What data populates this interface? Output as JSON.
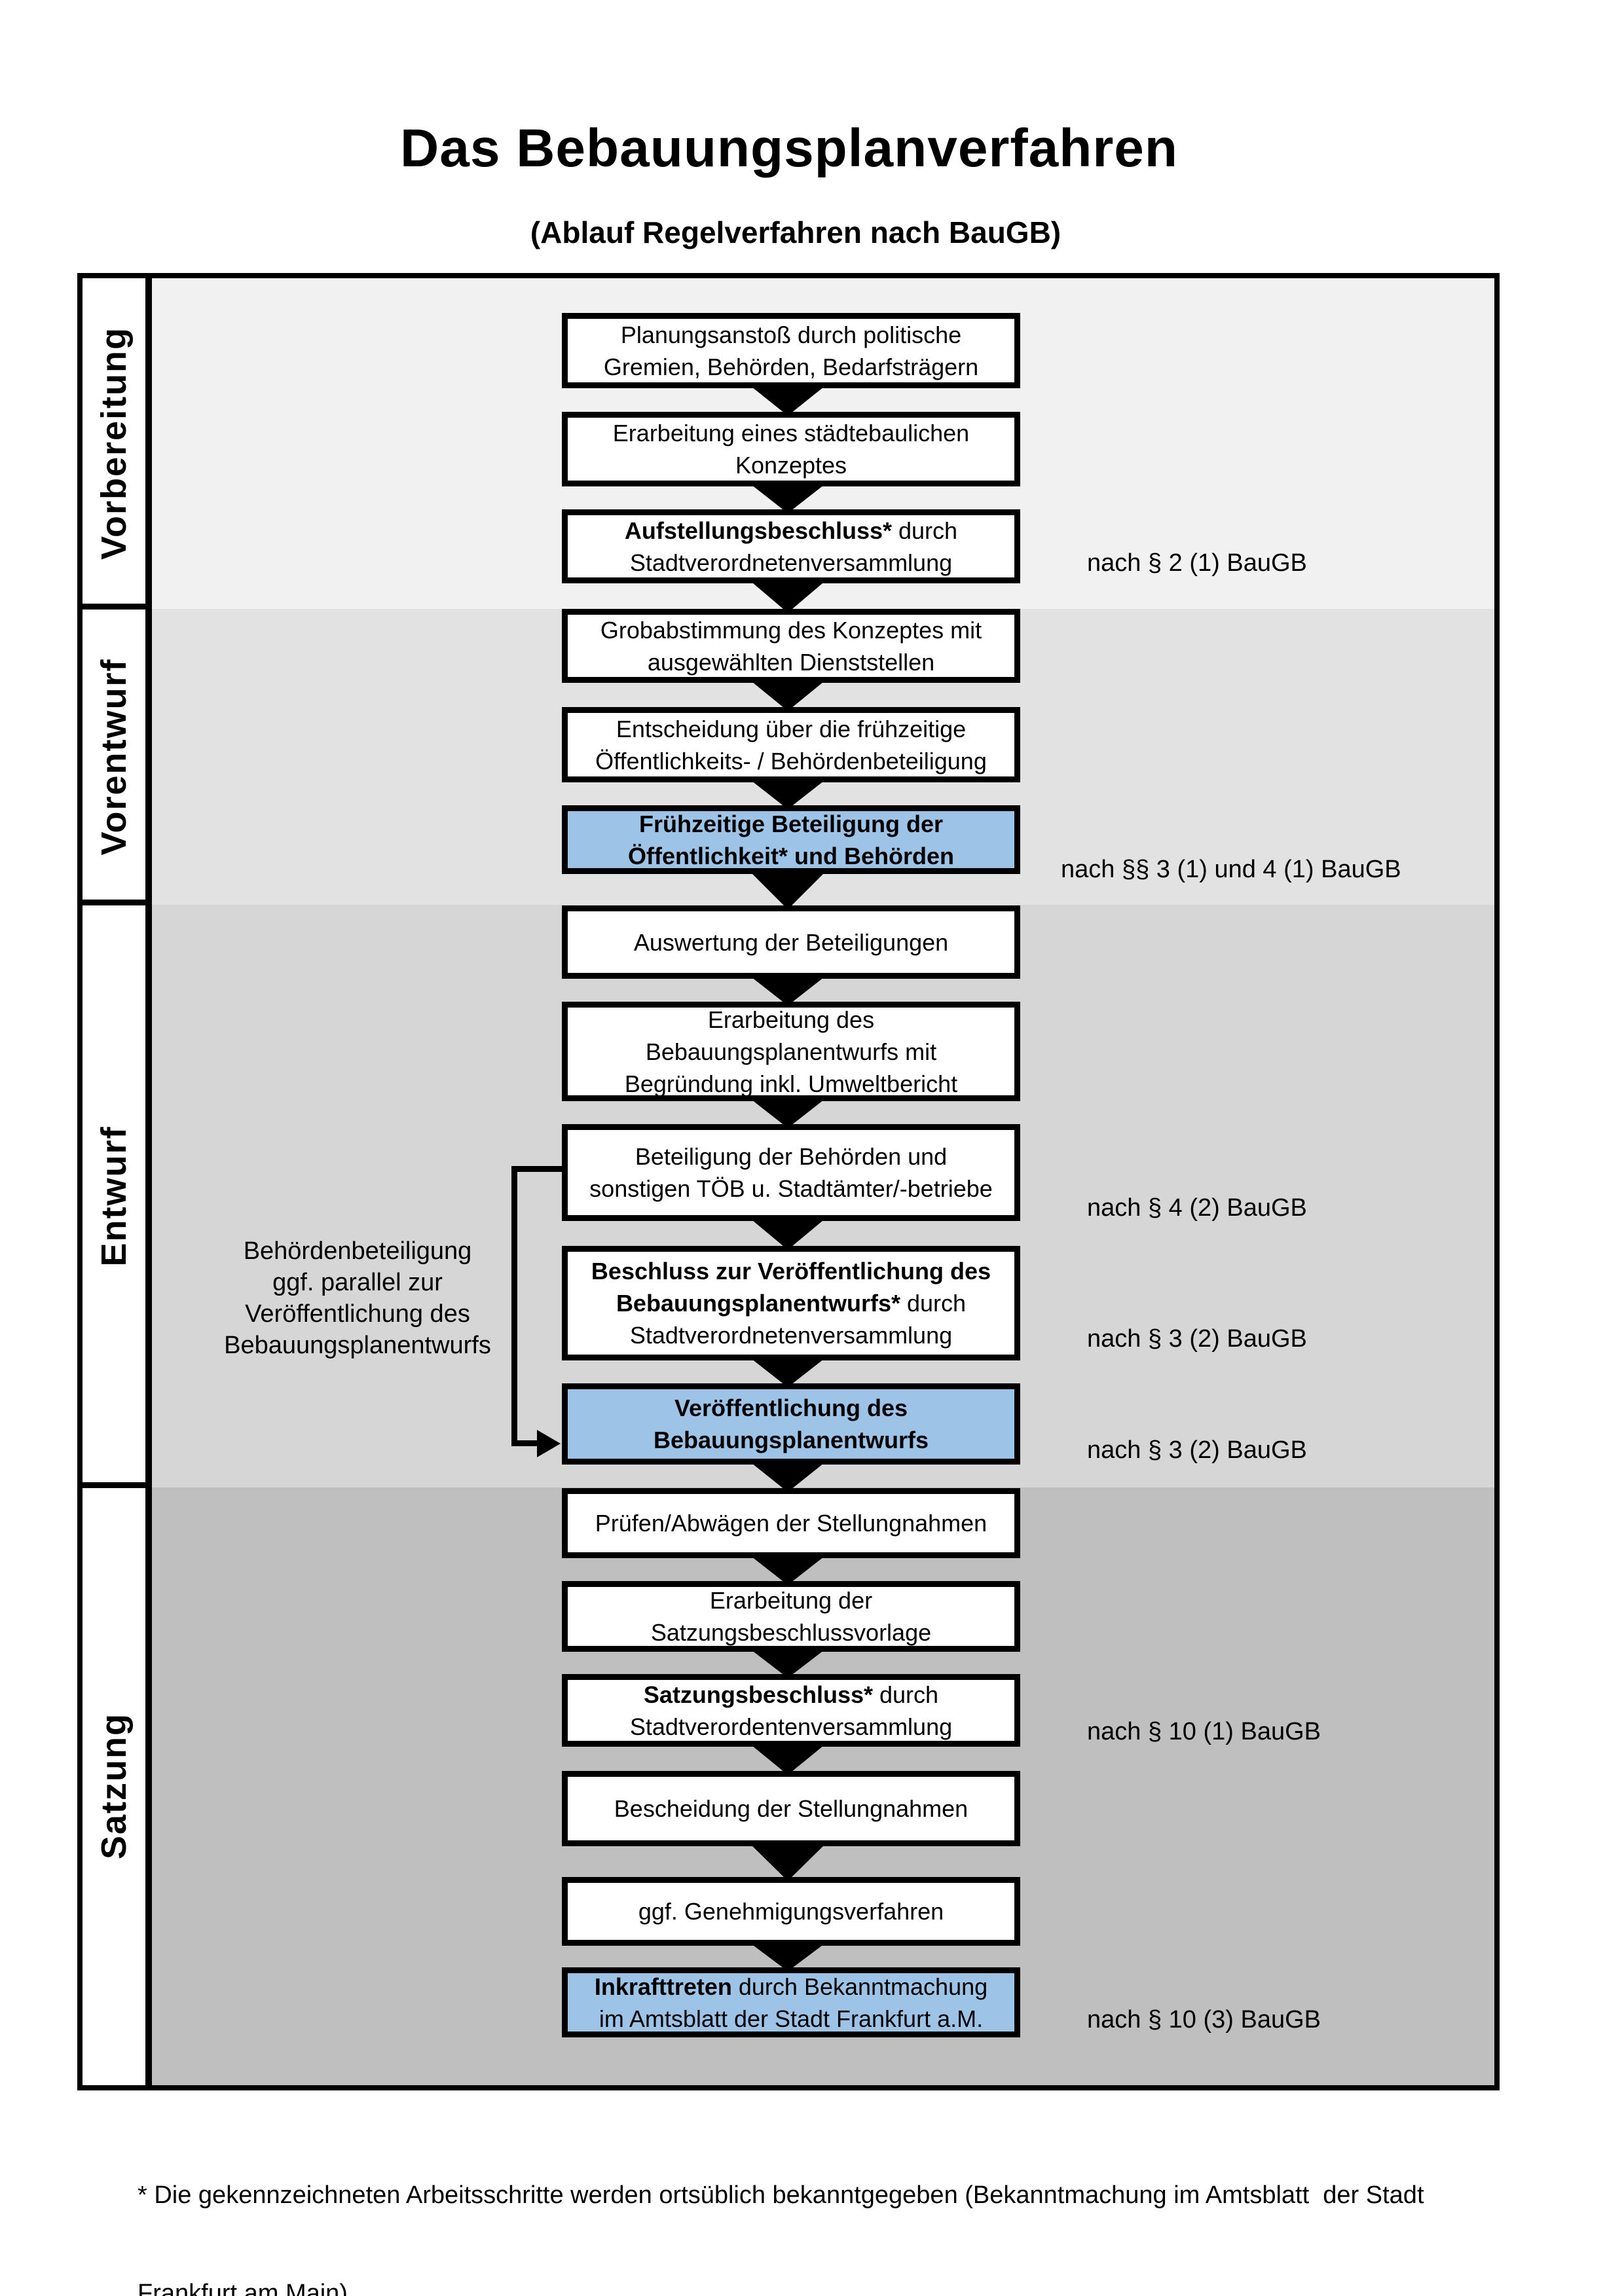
{
  "header": {
    "title": "Das Bebauungsplanverfahren",
    "subtitle": "(Ablauf Regelverfahren nach BauGB)"
  },
  "phases": [
    {
      "label": "Vorbereitung"
    },
    {
      "label": "Vorentwurf"
    },
    {
      "label": "Entwurf"
    },
    {
      "label": "Satzung"
    }
  ],
  "boxes": {
    "b1": {
      "lines": [
        [
          {
            "t": "Planungsanstoß durch politische"
          }
        ],
        [
          {
            "t": "Gremien, Behörden, Bedarfsträgern"
          }
        ]
      ]
    },
    "b2": {
      "lines": [
        [
          {
            "t": "Erarbeitung eines städtebaulichen"
          }
        ],
        [
          {
            "t": "Konzeptes"
          }
        ]
      ]
    },
    "b3": {
      "lines": [
        [
          {
            "t": "Aufstellungsbeschluss*",
            "b": true
          },
          {
            "t": " durch"
          }
        ],
        [
          {
            "t": "Stadtverordnetenversammlung"
          }
        ]
      ]
    },
    "b4": {
      "lines": [
        [
          {
            "t": "Grobabstimmung des Konzeptes mit"
          }
        ],
        [
          {
            "t": "ausgewählten Dienststellen"
          }
        ]
      ]
    },
    "b5": {
      "lines": [
        [
          {
            "t": "Entscheidung über die frühzeitige"
          }
        ],
        [
          {
            "t": "Öffentlichkeits- / Behördenbeteiligung"
          }
        ]
      ]
    },
    "b6": {
      "lines": [
        [
          {
            "t": "Frühzeitige Beteiligung der",
            "b": true
          }
        ],
        [
          {
            "t": "Öffentlichkeit* und Behörden",
            "b": true
          }
        ]
      ]
    },
    "b7": {
      "lines": [
        [
          {
            "t": "Auswertung der Beteiligungen"
          }
        ]
      ]
    },
    "b8": {
      "lines": [
        [
          {
            "t": "Erarbeitung des"
          }
        ],
        [
          {
            "t": "Bebauungsplanentwurfs mit"
          }
        ],
        [
          {
            "t": "Begründung inkl. Umweltbericht"
          }
        ]
      ]
    },
    "b9": {
      "lines": [
        [
          {
            "t": "Beteiligung der Behörden und"
          }
        ],
        [
          {
            "t": "sonstigen TÖB u. Stadtämter/-betriebe"
          }
        ]
      ]
    },
    "b10": {
      "lines": [
        [
          {
            "t": "Beschluss zur Veröffentlichung des",
            "b": true
          }
        ],
        [
          {
            "t": "Bebauungsplanentwurfs*",
            "b": true
          },
          {
            "t": " durch"
          }
        ],
        [
          {
            "t": "Stadtverordnetenversammlung"
          }
        ]
      ]
    },
    "b11": {
      "lines": [
        [
          {
            "t": "Veröffentlichung des",
            "b": true
          }
        ],
        [
          {
            "t": "Bebauungsplanentwurfs",
            "b": true
          }
        ]
      ]
    },
    "b12": {
      "lines": [
        [
          {
            "t": "Prüfen/Abwägen der Stellungnahmen"
          }
        ]
      ]
    },
    "b13": {
      "lines": [
        [
          {
            "t": "Erarbeitung der"
          }
        ],
        [
          {
            "t": "Satzungsbeschlussvorlage"
          }
        ]
      ]
    },
    "b14": {
      "lines": [
        [
          {
            "t": "Satzungsbeschluss*",
            "b": true
          },
          {
            "t": " durch"
          }
        ],
        [
          {
            "t": "Stadtverordentenversammlung"
          }
        ]
      ]
    },
    "b15": {
      "lines": [
        [
          {
            "t": "Bescheidung der Stellungnahmen"
          }
        ]
      ]
    },
    "b16": {
      "lines": [
        [
          {
            "t": "ggf. Genehmigungsverfahren"
          }
        ]
      ]
    },
    "b17": {
      "lines": [
        [
          {
            "t": "Inkrafttreten",
            "b": true
          },
          {
            "t": " durch Bekanntmachung"
          }
        ],
        [
          {
            "t": "im Amtsblatt der Stadt Frankfurt a.M."
          }
        ]
      ]
    }
  },
  "refs": {
    "r1": "nach § 2 (1) BauGB",
    "r2": "nach §§ 3 (1) und 4 (1) BauGB",
    "r3": "nach § 4 (2) BauGB",
    "r4": "nach § 3 (2) BauGB",
    "r5": "nach § 3 (2) BauGB",
    "r6": "nach § 10 (1) BauGB",
    "r7": "nach § 10 (3) BauGB"
  },
  "note": {
    "lines": [
      "Behördenbeteiligung",
      "ggf. parallel zur",
      "Veröffentlichung des",
      "Bebauungsplanentwurfs"
    ]
  },
  "footer": {
    "line1": "* Die gekennzeichneten Arbeitsschritte werden ortsüblich bekanntgegeben (Bekanntmachung im Amtsblatt  der Stadt",
    "line2": "Frankfurt am Main)."
  },
  "colors": {
    "highlight": "#9DC3E6",
    "phase1_bg": "#F1F1F1",
    "phase2_bg": "#E2E2E2",
    "phase3_bg": "#D6D6D6",
    "phase4_bg": "#BFBFBF"
  }
}
